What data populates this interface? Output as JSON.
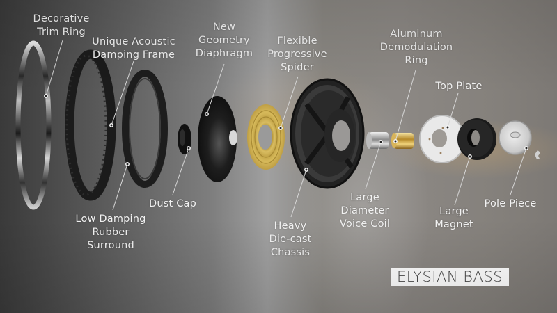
{
  "brand": {
    "text": "ELYSIAN BASS"
  },
  "colors": {
    "label_text": "#f2f2f2",
    "leader_line": "#d8d8d8",
    "brand_bg": "#ffffff",
    "brand_text": "#4a4a4a",
    "spider_yellow": "#c9a94a",
    "brass": "#c8a040"
  },
  "components": [
    {
      "id": "trim-ring",
      "lines": [
        "Decorative",
        "Trim Ring"
      ]
    },
    {
      "id": "damping-frame",
      "lines": [
        "Unique Acoustic",
        "Damping Frame"
      ]
    },
    {
      "id": "rubber-surround",
      "lines": [
        "Low Damping",
        "Rubber",
        "Surround"
      ]
    },
    {
      "id": "dust-cap",
      "lines": [
        "Dust Cap"
      ]
    },
    {
      "id": "diaphragm",
      "lines": [
        "New",
        "Geometry",
        "Diaphragm"
      ]
    },
    {
      "id": "spider",
      "lines": [
        "Flexible",
        "Progressive",
        "Spider"
      ]
    },
    {
      "id": "chassis",
      "lines": [
        "Heavy",
        "Die-cast",
        "Chassis"
      ]
    },
    {
      "id": "demodulation-ring",
      "lines": [
        "Aluminum",
        "Demodulation",
        "Ring"
      ]
    },
    {
      "id": "voice-coil",
      "lines": [
        "Large",
        "Diameter",
        "Voice Coil"
      ]
    },
    {
      "id": "top-plate",
      "lines": [
        "Top Plate"
      ]
    },
    {
      "id": "magnet",
      "lines": [
        "Large",
        "Magnet"
      ]
    },
    {
      "id": "pole-piece",
      "lines": [
        "Pole Piece"
      ]
    }
  ]
}
